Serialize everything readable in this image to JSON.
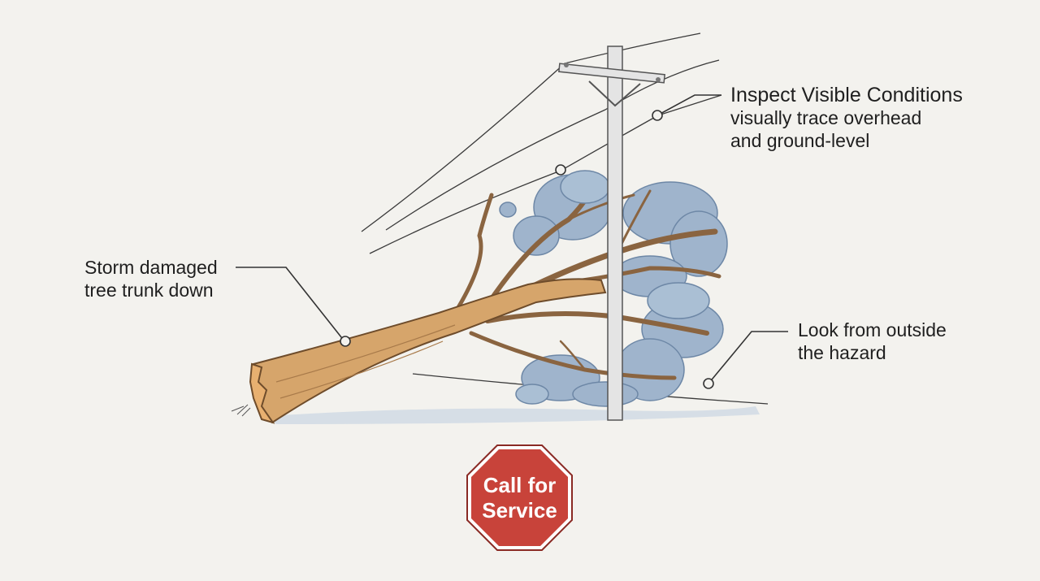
{
  "callouts": {
    "inspect": {
      "title": "Inspect Visible Conditions",
      "line1": "visually trace overhead",
      "line2": "and ground-level"
    },
    "tree": {
      "line1": "Storm damaged",
      "line2": "tree trunk down"
    },
    "look": {
      "line1": "Look from outside",
      "line2": "the hazard"
    }
  },
  "action": {
    "line1": "Call for",
    "line2": "Service"
  },
  "icons": {
    "tree": "fallen-tree-icon",
    "pole": "utility-pole-icon",
    "stop": "stop-sign-icon"
  },
  "colors": {
    "background": "#f3f2ee",
    "trunk": "#d6a56b",
    "foliage": "#9fb4cc",
    "pole": "#e4e4e4",
    "stop": "#c8433a"
  }
}
